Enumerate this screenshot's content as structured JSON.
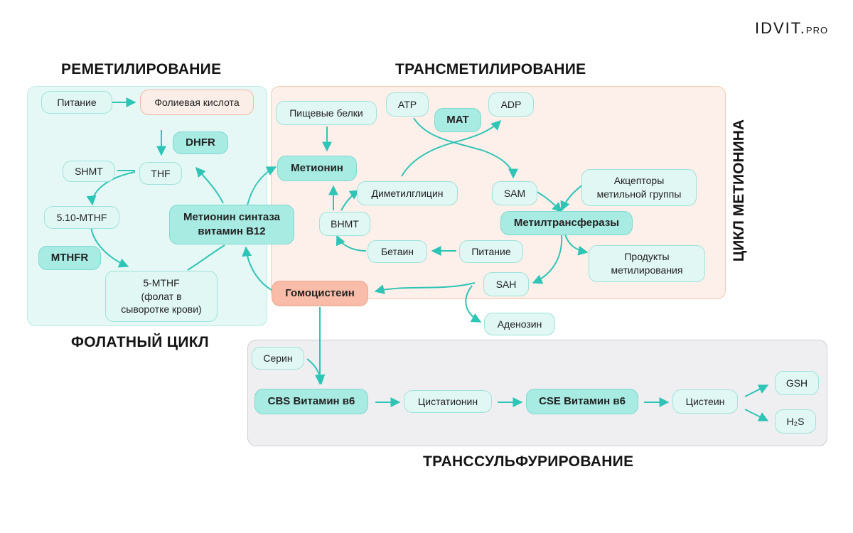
{
  "brand": {
    "logo_main": "IDVIT.",
    "logo_suffix": "PRO"
  },
  "sections": {
    "remethylation": "РЕМЕТИЛИРОВАНИЕ",
    "transmethylation": "ТРАНСМЕТИЛИРОВАНИЕ",
    "folate_cycle": "ФОЛАТНЫЙ ЦИКЛ",
    "methionine_cycle": "ЦИКЛ МЕТИОНИНА",
    "transsulfuration": "ТРАНССУЛЬФУРИРОВАНИЕ"
  },
  "nodes": {
    "nutrition_folate": "Питание",
    "folic_acid": "Фолиевая кислота",
    "dhfr": "DHFR",
    "shmt": "SHMT",
    "thf": "THF",
    "mthf_510": "5.10-MTHF",
    "mthfr": "MTHFR",
    "mthf5": "5-MTHF\n(фолат в\nсыворотке крови)",
    "met_synthase": "Метионин синтаза\nвитамин B12",
    "food_proteins": "Пищевые белки",
    "methionine": "Метионин",
    "atp": "ATP",
    "mat": "MAT",
    "adp": "ADP",
    "dimethylglycine": "Диметилглицин",
    "sam": "SAM",
    "acceptors": "Акцепторы\nметильной группы",
    "bhmt": "BHMT",
    "methyltransferases": "Метилтрансферазы",
    "betaine": "Бетаин",
    "nutrition_betaine": "Питание",
    "methylation_products": "Продукты\nметилирования",
    "sah": "SAH",
    "homocysteine": "Гомоцистеин",
    "adenosine": "Аденозин",
    "serine": "Серин",
    "cbs": "CBS Витамин в6",
    "cystathionine": "Цистатионин",
    "cse": "CSE Витамин в6",
    "cysteine": "Цистеин",
    "gsh": "GSH",
    "h2s": "H₂S"
  },
  "colors": {
    "arrow": "#2ec4b6",
    "enzyme_fill": "#a7ebe3",
    "node_fill": "#e0f7f4",
    "homocysteine_fill": "#f8bca8",
    "folate_region": "#e6f8f6",
    "methionine_region": "#fdf0ea",
    "transsulfuration_region": "#efeff1"
  }
}
